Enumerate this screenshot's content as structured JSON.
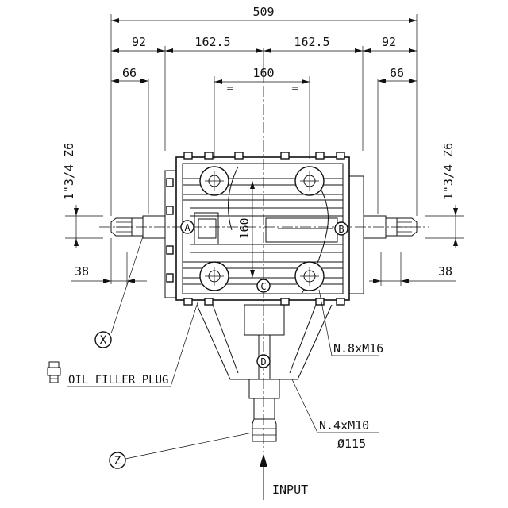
{
  "dimensions": {
    "overall_width": "509",
    "left_flange": "92",
    "left_half": "162.5",
    "right_half": "162.5",
    "right_flange": "92",
    "bolt_spacing": "160",
    "equal_mark": "=",
    "left_shaft_length": "66",
    "right_shaft_length": "66",
    "left_shaft_diameter": "38",
    "right_shaft_diameter": "38",
    "bolt_spacing_vertical": "160"
  },
  "shaft_spec": {
    "left": "1\"3/4 Z6",
    "right": "1\"3/4 Z6"
  },
  "circle_labels": {
    "a": "A",
    "b": "B",
    "c": "C",
    "d": "D",
    "x": "X",
    "z": "Z"
  },
  "callouts": {
    "oil_filler_plug": "OIL FILLER PLUG",
    "bolt_pattern": "N.8xM16",
    "input_bolts": "N.4xM10",
    "input_flange_diameter": "Ø115",
    "input": "INPUT"
  }
}
